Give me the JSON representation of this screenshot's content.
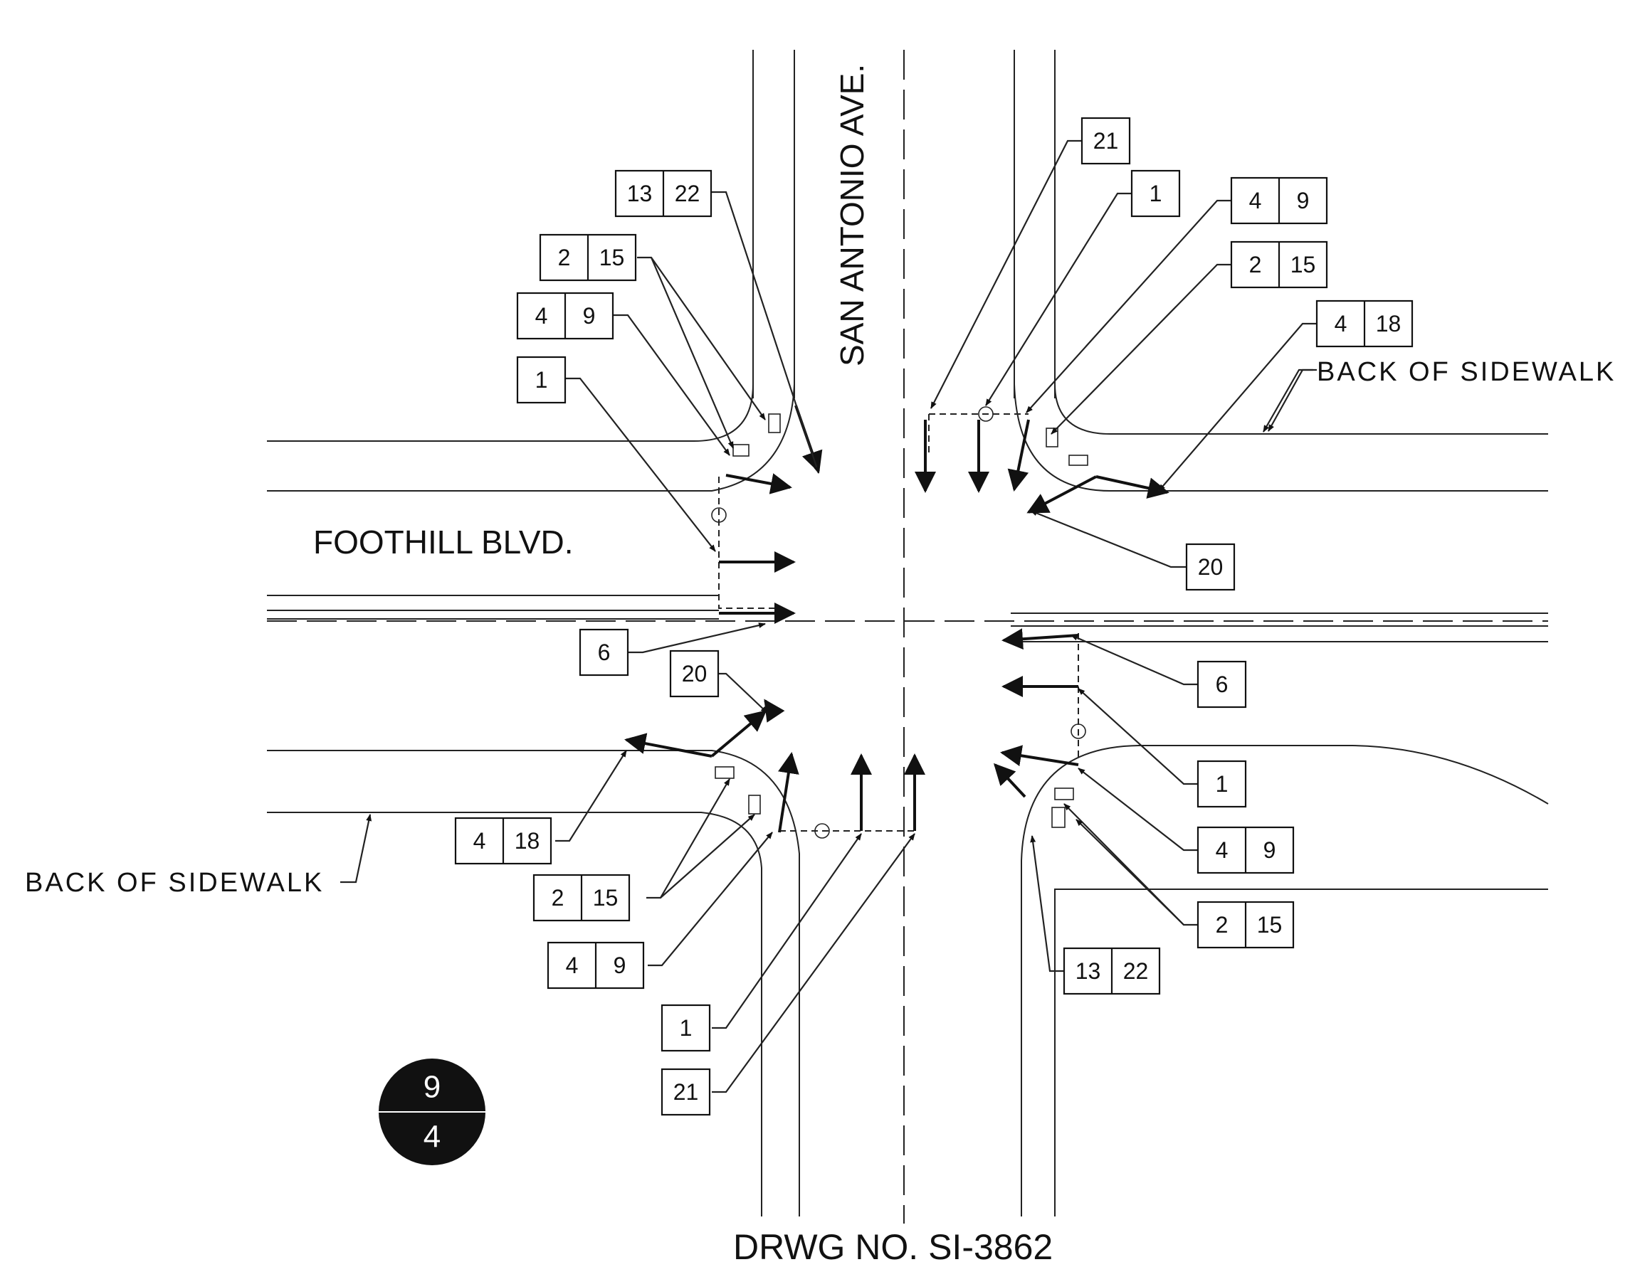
{
  "labels": {
    "street_vertical": "SAN ANTONIO AVE.",
    "street_horizontal": "FOOTHILL BLVD.",
    "back_of_sidewalk_right": "BACK OF SIDEWALK",
    "back_of_sidewalk_left": "BACK OF SIDEWALK",
    "drawing_number": "DRWG NO. SI-3862"
  },
  "sheet_badge": {
    "top": "9",
    "bottom": "4"
  },
  "callouts": [
    {
      "id": "nw-13-22",
      "cells": [
        "13",
        "22"
      ]
    },
    {
      "id": "nw-2-15",
      "cells": [
        "2",
        "15"
      ]
    },
    {
      "id": "nw-4-9",
      "cells": [
        "4",
        "9"
      ]
    },
    {
      "id": "nw-1",
      "cells": [
        "1"
      ]
    },
    {
      "id": "ne-21",
      "cells": [
        "21"
      ]
    },
    {
      "id": "ne-1",
      "cells": [
        "1"
      ]
    },
    {
      "id": "ne-4-9",
      "cells": [
        "4",
        "9"
      ]
    },
    {
      "id": "ne-2-15",
      "cells": [
        "2",
        "15"
      ]
    },
    {
      "id": "ne-4-18",
      "cells": [
        "4",
        "18"
      ]
    },
    {
      "id": "ne-20",
      "cells": [
        "20"
      ]
    },
    {
      "id": "w-6",
      "cells": [
        "6"
      ]
    },
    {
      "id": "sw-20",
      "cells": [
        "20"
      ]
    },
    {
      "id": "e-6",
      "cells": [
        "6"
      ]
    },
    {
      "id": "se-1",
      "cells": [
        "1"
      ]
    },
    {
      "id": "se-4-9",
      "cells": [
        "4",
        "9"
      ]
    },
    {
      "id": "se-2-15",
      "cells": [
        "2",
        "15"
      ]
    },
    {
      "id": "se-13-22",
      "cells": [
        "13",
        "22"
      ]
    },
    {
      "id": "sw-4-18",
      "cells": [
        "4",
        "18"
      ]
    },
    {
      "id": "sw-2-15",
      "cells": [
        "2",
        "15"
      ]
    },
    {
      "id": "sw-4-9",
      "cells": [
        "4",
        "9"
      ]
    },
    {
      "id": "sw-1",
      "cells": [
        "1"
      ]
    },
    {
      "id": "sw-21",
      "cells": [
        "21"
      ]
    }
  ]
}
